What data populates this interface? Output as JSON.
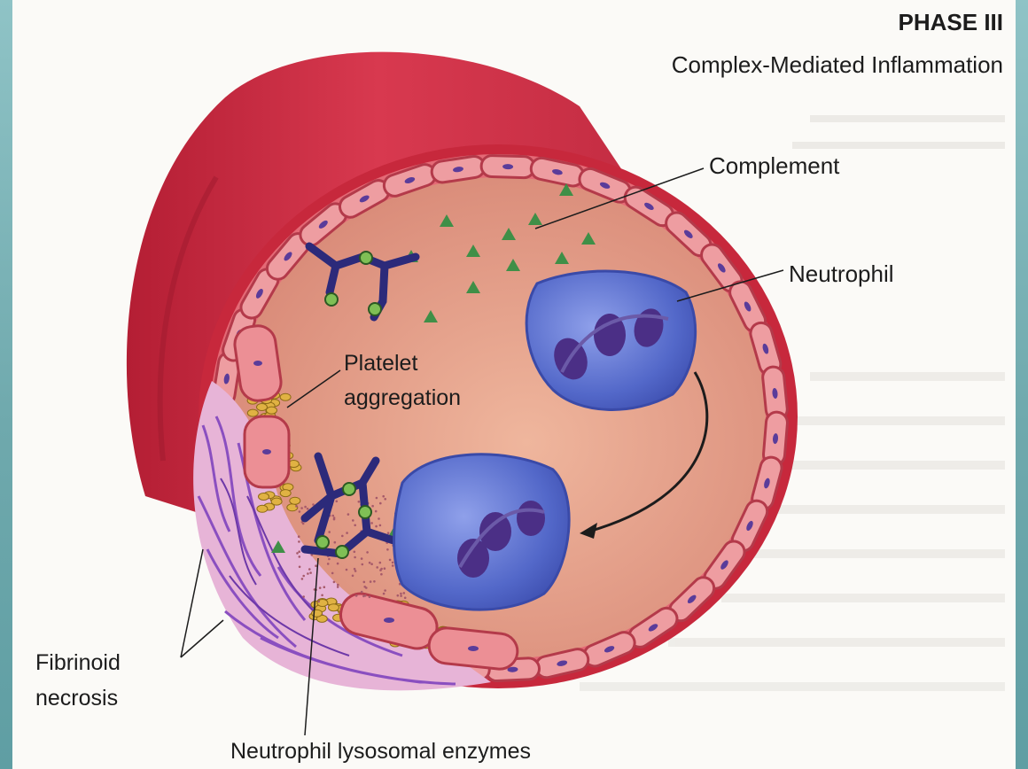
{
  "header": {
    "phase": "PHASE III",
    "subtitle": "Complex-Mediated Inflammation"
  },
  "labels": {
    "complement": "Complement",
    "neutrophil": "Neutrophil",
    "platelet_line1": "Platelet",
    "platelet_line2": "aggregation",
    "fibrinoid_line1": "Fibrinoid",
    "fibrinoid_line2": "necrosis",
    "lysosomal": "Neutrophil lysosomal enzymes"
  },
  "colors": {
    "vessel_outer": "#c8283e",
    "vessel_wall": "#d8485a",
    "lumen": "#e7a58c",
    "endothelial_cell": "#ec8f95",
    "neutrophil": "#5a6fd0",
    "complement": "#3f8f47",
    "platelet": "#d9a83a",
    "antibody": "#2c2a7a",
    "necrosis": "#9b63c7"
  }
}
